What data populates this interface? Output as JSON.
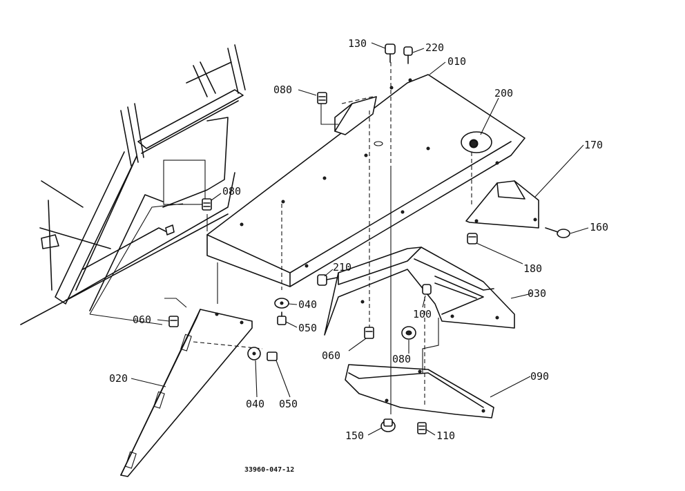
{
  "figure_code": "33960-047-12",
  "callouts": [
    {
      "id": "c-130",
      "label": "130"
    },
    {
      "id": "c-220",
      "label": "220"
    },
    {
      "id": "c-010",
      "label": "010"
    },
    {
      "id": "c-080a",
      "label": "080"
    },
    {
      "id": "c-200",
      "label": "200"
    },
    {
      "id": "c-170",
      "label": "170"
    },
    {
      "id": "c-080b",
      "label": "080"
    },
    {
      "id": "c-160",
      "label": "160"
    },
    {
      "id": "c-180",
      "label": "180"
    },
    {
      "id": "c-210",
      "label": "210"
    },
    {
      "id": "c-030",
      "label": "030"
    },
    {
      "id": "c-040a",
      "label": "040"
    },
    {
      "id": "c-100",
      "label": "100"
    },
    {
      "id": "c-060a",
      "label": "060"
    },
    {
      "id": "c-050a",
      "label": "050"
    },
    {
      "id": "c-060b",
      "label": "060"
    },
    {
      "id": "c-080c",
      "label": "080"
    },
    {
      "id": "c-020",
      "label": "020"
    },
    {
      "id": "c-090",
      "label": "090"
    },
    {
      "id": "c-040b",
      "label": "040"
    },
    {
      "id": "c-050b",
      "label": "050"
    },
    {
      "id": "c-150",
      "label": "150"
    },
    {
      "id": "c-110",
      "label": "110"
    }
  ]
}
